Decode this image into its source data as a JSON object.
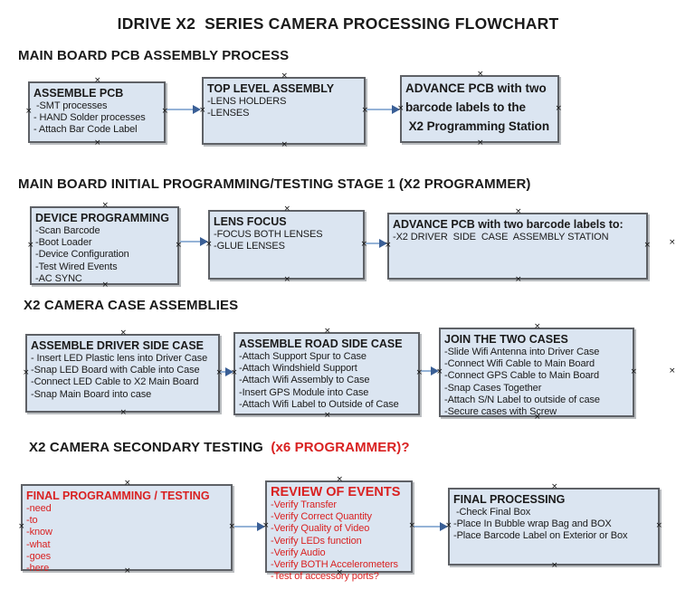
{
  "title": "IDRIVE X2  SERIES CAMERA PROCESSING FLOWCHART",
  "icons": {
    "connection_point": "×"
  },
  "colors": {
    "box_fill": "#dbe5f1",
    "box_border": "#5e6166",
    "arrow_line": "#95b3d7",
    "arrow_head": "#3a5f96",
    "red_text": "#d92121",
    "text": "#1a1a1a",
    "background": "#ffffff"
  },
  "sections": [
    {
      "heading": "MAIN BOARD PCB ASSEMBLY PROCESS",
      "boxes": [
        {
          "title": "ASSEMBLE PCB",
          "items": [
            " -SMT processes",
            "- HAND Solder processes",
            "- Attach Bar Code Label"
          ]
        },
        {
          "title": "TOP LEVEL ASSEMBLY",
          "items": [
            "-LENS HOLDERS",
            "-LENSES"
          ]
        },
        {
          "title": "ADVANCE PCB with two",
          "items": [
            "barcode labels to the",
            " X2 Programming Station"
          ]
        }
      ]
    },
    {
      "heading": "MAIN BOARD INITIAL PROGRAMMING/TESTING STAGE 1 (X2 PROGRAMMER)",
      "boxes": [
        {
          "title": "DEVICE PROGRAMMING",
          "items": [
            "-Scan Barcode",
            "-Boot Loader",
            "-Device Configuration",
            "-Test Wired Events",
            "-AC SYNC"
          ]
        },
        {
          "title": "LENS FOCUS",
          "items": [
            "-FOCUS BOTH LENSES",
            "-GLUE LENSES"
          ]
        },
        {
          "title": "ADVANCE PCB with two barcode labels to:",
          "items": [
            "-X2 DRIVER  SIDE  CASE  ASSEMBLY STATION"
          ]
        }
      ]
    },
    {
      "heading": "X2 CAMERA CASE ASSEMBLIES",
      "boxes": [
        {
          "title": "ASSEMBLE DRIVER SIDE CASE",
          "items": [
            "- Insert LED Plastic lens into Driver Case",
            "-Snap LED Board with Cable into Case",
            "-Connect LED Cable to X2 Main Board",
            "-Snap Main Board into case"
          ]
        },
        {
          "title": "ASSEMBLE ROAD SIDE CASE",
          "items": [
            "-Attach Support Spur to Case",
            "-Attach Windshield Support",
            "-Attach Wifi Assembly to Case",
            "-Insert GPS Module into Case",
            "-Attach Wifi Label to Outside of Case"
          ]
        },
        {
          "title": "JOIN THE TWO CASES",
          "items": [
            "-Slide Wifi Antenna into Driver Case",
            "-Connect Wifi Cable to Main Board",
            "-Connect GPS Cable to Main Board",
            "-Snap Cases Together",
            "-Attach S/N Label to outside of case",
            "-Secure cases with Screw"
          ]
        }
      ]
    },
    {
      "heading": "X2 CAMERA SECONDARY TESTING  ",
      "heading_red": "(x6 PROGRAMMER)?",
      "boxes": [
        {
          "title": "FINAL PROGRAMMING / TESTING",
          "items": [
            "-need",
            "-to",
            "-know",
            "-what",
            "-goes",
            "-here"
          ]
        },
        {
          "title": "REVIEW OF EVENTS",
          "items": [
            "-Verify Transfer",
            "-Verify Correct Quantity",
            "-Verify Quality of Video",
            "-Verify LEDs function",
            "-Verify Audio",
            "-Verify BOTH Accelerometers",
            "-Test of accessory ports?"
          ]
        },
        {
          "title": "FINAL PROCESSING",
          "items": [
            " -Check Final Box",
            "-Place In Bubble wrap Bag and BOX",
            "-Place Barcode Label on Exterior or Box"
          ]
        }
      ]
    }
  ]
}
